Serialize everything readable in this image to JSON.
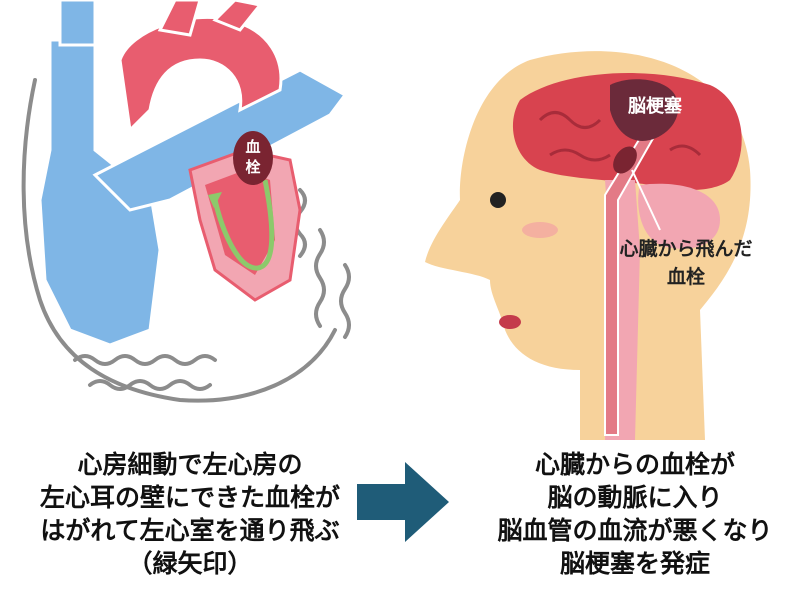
{
  "heart_panel": {
    "clot_label_line1": "血",
    "clot_label_line2": "栓",
    "colors": {
      "vein_blue": "#7fb6e6",
      "artery_red": "#e85d6f",
      "muscle_pink": "#f2a6b2",
      "clot": "#7a2431",
      "arrow_green": "#8cc96b",
      "wall_gray": "#8c8c8c"
    }
  },
  "head_panel": {
    "infarct_label": "脳梗塞",
    "clot_label_line1": "心臓から飛んだ",
    "clot_label_line2": "血栓",
    "colors": {
      "skin": "#f7d29b",
      "brain": "#d8434f",
      "vessel": "#e37a86",
      "infarct": "#6b2a3a"
    }
  },
  "caption_left": {
    "lines": [
      "心房細動で左心房の",
      "左心耳の壁にできた血栓が",
      "はがれて左心室を通り飛ぶ",
      "（緑矢印）"
    ]
  },
  "caption_right": {
    "lines": [
      "心臓からの血栓が",
      "脳の動脈に入り",
      "脳血管の血流が悪くなり",
      "脳梗塞を発症"
    ]
  },
  "arrow": {
    "icon": "right-arrow-icon",
    "color": "#1f5c78"
  }
}
